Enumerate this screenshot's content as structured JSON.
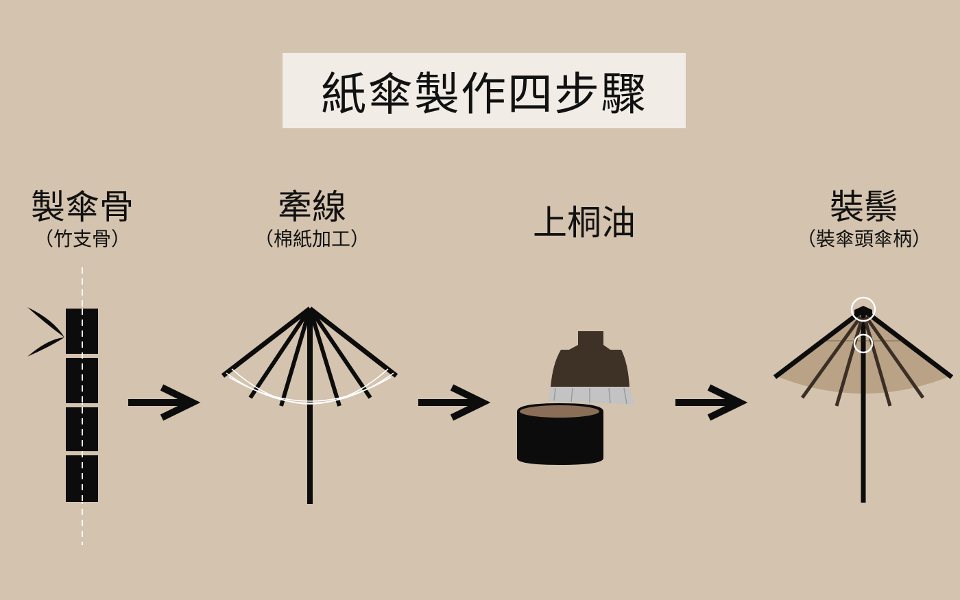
{
  "title": "紙傘製作四步驟",
  "steps": [
    {
      "name": "製傘骨",
      "sub": "（竹支骨）",
      "icon": "bamboo-icon"
    },
    {
      "name": "牽線",
      "sub": "（棉紙加工）",
      "icon": "umbrella-frame-icon"
    },
    {
      "name": "上桐油",
      "sub": "",
      "icon": "brush-and-oil-pot-icon"
    },
    {
      "name": "裝鬃",
      "sub": "（裝傘頭傘柄）",
      "icon": "finished-umbrella-icon"
    }
  ],
  "colors": {
    "background": "#d4c3ae",
    "title_box": "#f1ece6",
    "ink": "#111111",
    "canopy": "#b9a286",
    "oil": "#5a4535",
    "bristle": "#bfbfbf"
  },
  "arrow_icon": "right-arrow-icon"
}
